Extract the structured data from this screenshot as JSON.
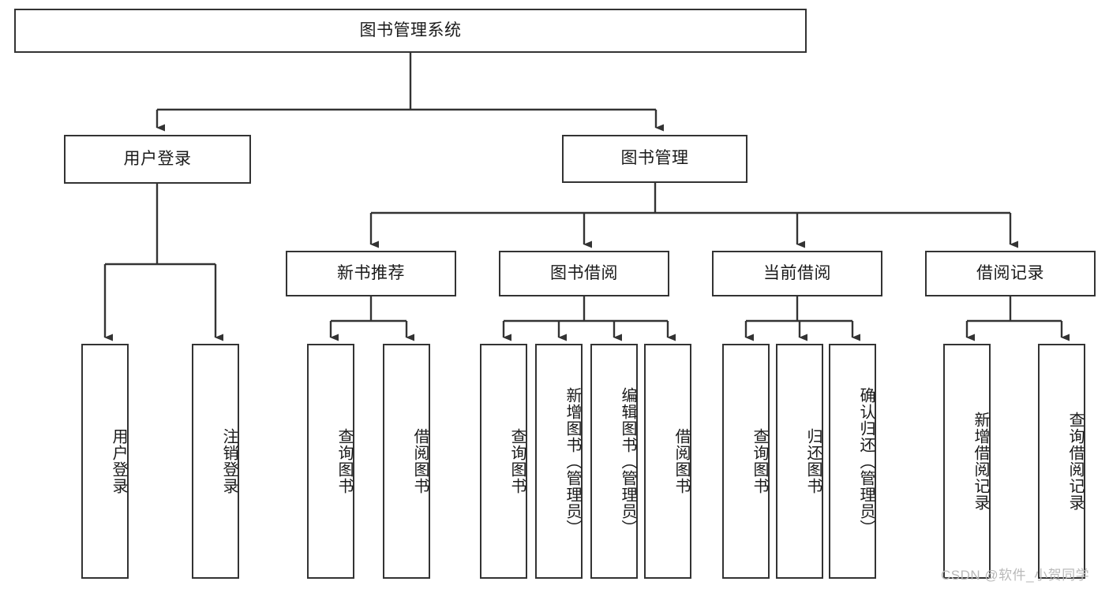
{
  "diagram": {
    "type": "tree",
    "title": "图书管理系统",
    "watermark": "CSDN @软件_小贺同学",
    "colors": {
      "stroke": "#333333",
      "fill": "#ffffff",
      "text": "#1a1a1a",
      "watermark": "#b9b9b9"
    },
    "nodes": {
      "root": "图书管理系统",
      "level2": {
        "user_login": "用户登录",
        "book_manage": "图书管理"
      },
      "level3": {
        "new_book_recommend": "新书推荐",
        "book_borrow": "图书借阅",
        "current_borrow": "当前借阅",
        "borrow_record": "借阅记录"
      },
      "leaves": {
        "user_login_1": "用户登录",
        "user_login_2": "注销登录",
        "new_book_1": "查询图书",
        "new_book_2": "借阅图书",
        "book_borrow_1": "查询图书",
        "book_borrow_2": "新增图书（管理员）",
        "book_borrow_3": "编辑图书（管理员）",
        "book_borrow_4": "借阅图书",
        "current_borrow_1": "查询图书",
        "current_borrow_2": "归还图书",
        "current_borrow_3": "确认归还（管理员）",
        "borrow_record_1": "新增借阅记录",
        "borrow_record_2": "查询借阅记录"
      }
    }
  }
}
